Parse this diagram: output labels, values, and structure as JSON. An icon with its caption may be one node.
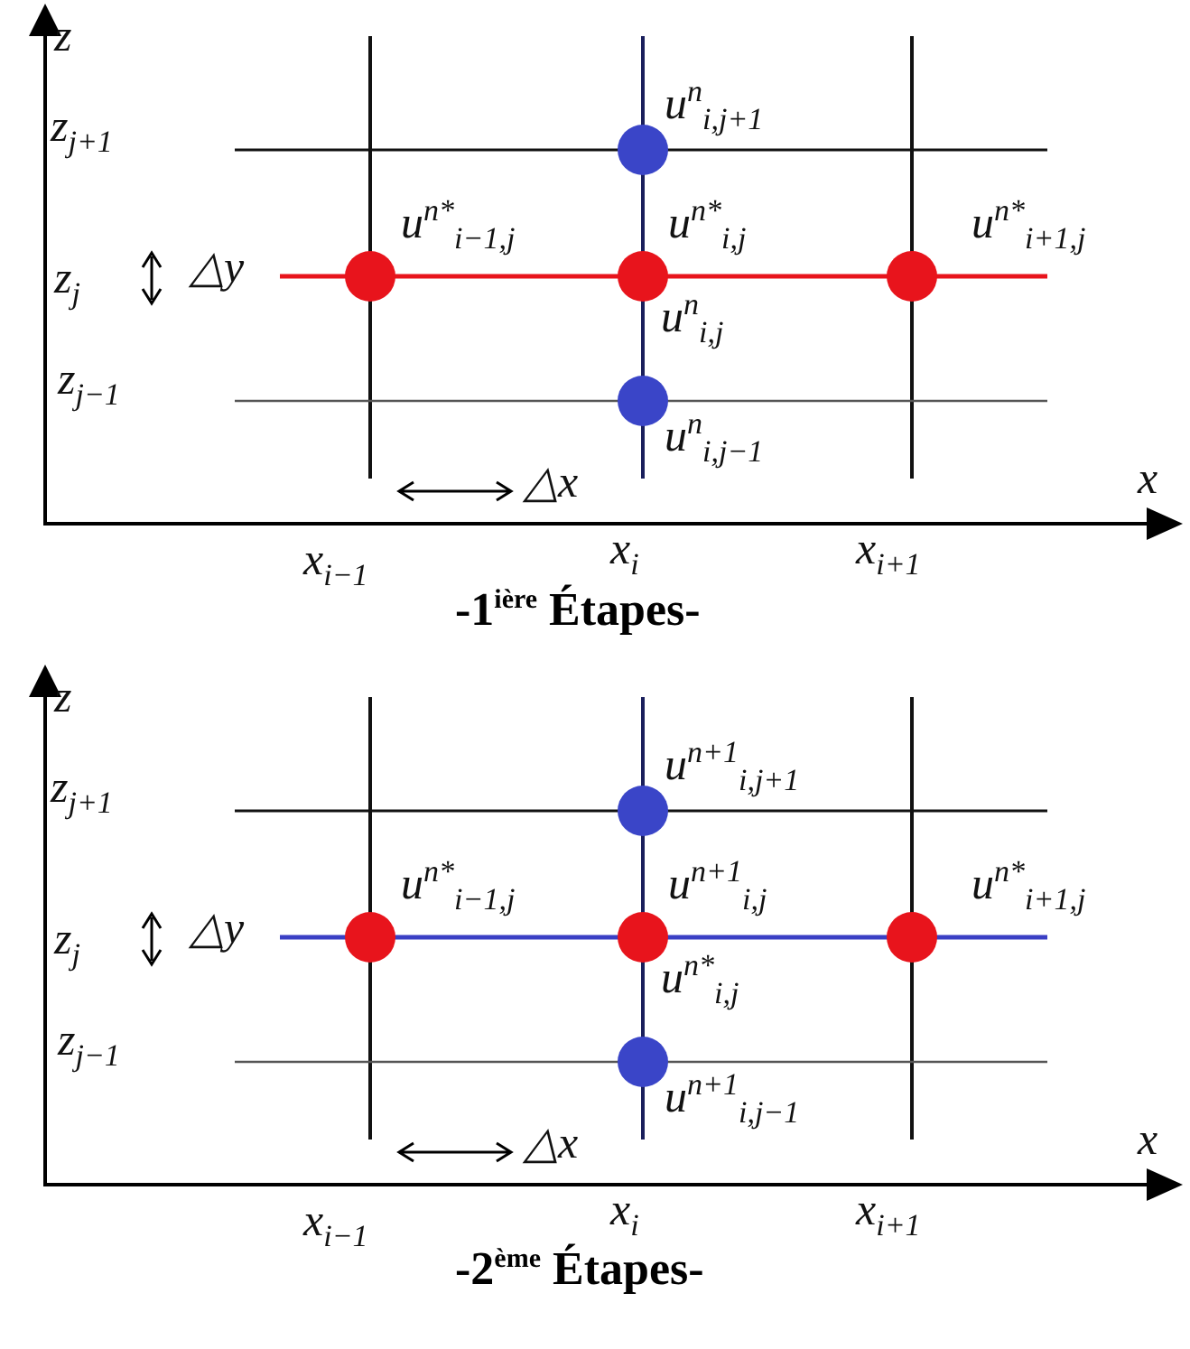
{
  "diagram": {
    "labels": [
      "z",
      "u$^{n}$$_{i,j+1}$",
      "z$_{j+1}$",
      "u$^{n*}$$_{i−1,j}$",
      "u$^{n*}$$_{i,j}$",
      "u$^{n*}$$_{i+1,j}$",
      "z$_{j}$",
      "△y",
      "u$^{n}$$_{i,j}$",
      "z$_{j−1}$",
      "u$^{n}$$_{i,j−1}$",
      "△x",
      "x",
      "x$_{i−1}$",
      "x$_{i}$",
      "x$_{i+1}$",
      "-1$^{ière}$ Étapes-",
      "z",
      "u$^{n+1}$$_{i,j+1}$",
      "z$_{j+1}$",
      "u$^{n*}$$_{i−1,j}$",
      "u$^{n+1}$$_{i,j}$",
      "u$^{n*}$$_{i+1,j}$",
      "z$_{j}$",
      "△y",
      "u$^{n*}$$_{i,j}$",
      "z$_{j−1}$",
      "u$^{n+1}$$_{i,j−1}$",
      "△x",
      "x",
      "x$_{i−1}$",
      "x$_{i}$",
      "x$_{i+1}$",
      "-2$^{ème}$ Étapes-"
    ]
  }
}
